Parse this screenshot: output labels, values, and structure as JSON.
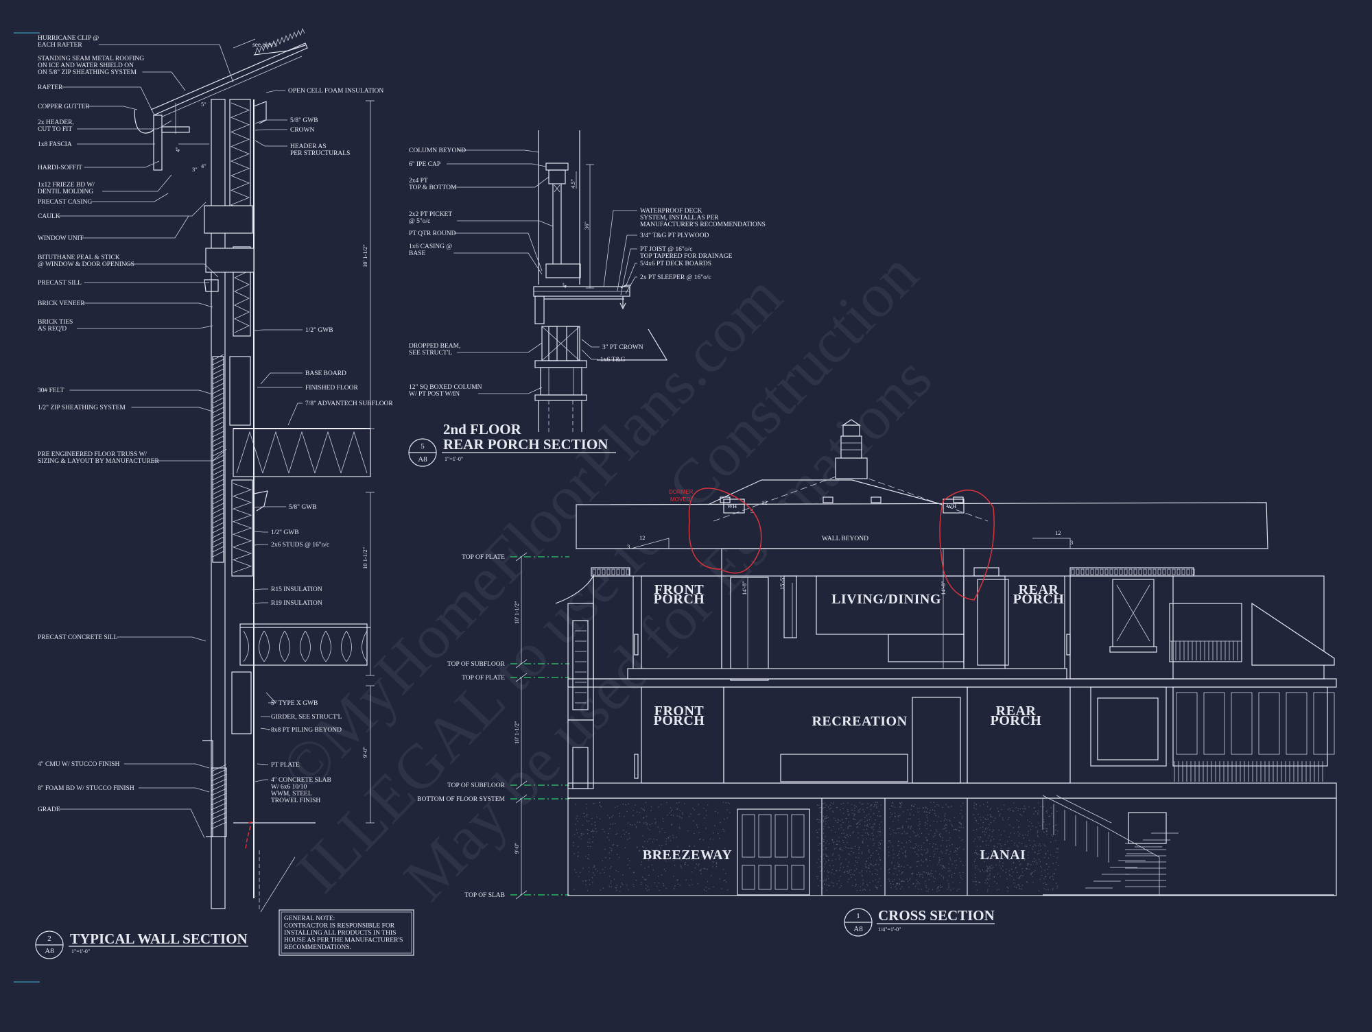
{
  "watermark": {
    "line1": "©MyHomeFloorPlans.com",
    "line2": "ILLEGAL to use for Construction",
    "line3": "May be used for Estimations"
  },
  "wall_section": {
    "labels": [
      "HURRICANE CLIP @\nEACH RAFTER",
      "STANDING SEAM METAL ROOFING\nON ICE AND WATER SHIELD ON\nON 5/8\" ZIP SHEATHING SYSTEM",
      "RAFTER",
      "COPPER GUTTER",
      "2x HEADER,\nCUT TO FIT",
      "1x8 FASCIA",
      "HARDI-SOFFIT",
      "1x12 FRIEZE BD W/\nDENTIL MOLDING",
      "PRECAST CASING",
      "CAULK",
      "WINDOW UNIT",
      "BITUTHANE PEAL & STICK\n@ WINDOW & DOOR OPENINGS",
      "PRECAST SILL",
      "BRICK VENEER",
      "BRICK TIES\nAS REQ'D",
      "30# FELT",
      "1/2\" ZIP SHEATHING SYSTEM",
      "PRE ENGINEERED FLOOR TRUSS W/\nSIZING & LAYOUT BY MANUFACTURER",
      "PRECAST CONCRETE SILL",
      "4\" CMU W/ STUCCO FINISH",
      "8\" FOAM BD W/ STUCCO FINISH",
      "GRADE"
    ],
    "right_labels": [
      "see elev's",
      "OPEN CELL FOAM INSULATION",
      "5/8\" GWB",
      "CROWN",
      "HEADER AS\nPER STRUCTURALS",
      "1/2\" GWB",
      "BASE BOARD",
      "FINISHED FLOOR",
      "7/8\" ADVANTECH SUBFLOOR",
      "5/8\" GWB",
      "1/2\" GWB",
      "2x6 STUDS @ 16\"o/c",
      "R15 INSULATION",
      "R19 INSULATION",
      "5\" TYPE X GWB",
      "GIRDER, SEE STRUCT'L",
      "8x8 PT PILING BEYOND",
      "PT PLATE",
      "4\" CONCRETE SLAB\nW/ 6x6 10/10\nWWM, STEEL\nTROWEL FINISH"
    ],
    "dims": [
      "10' 1-1/2\"",
      "10 1-1/2\"",
      "9'-0\"",
      "5\"",
      "4\"",
      "3\"",
      "4\""
    ],
    "note": "GENERAL NOTE:\nCONTRACTOR IS RESPONSIBLE FOR\nINSTALLING ALL PRODUCTS IN THIS\nHOUSE AS PER THE MANUFACTURER'S\nRECOMMENDATIONS.",
    "tag_num": "2",
    "tag_sheet": "A8",
    "title": "TYPICAL WALL SECTION",
    "scale": "1\"=1'-0\""
  },
  "porch_section": {
    "left_labels": [
      "COLUMN BEYOND",
      "6\" IPE CAP",
      "2x4 PT\nTOP & BOTTOM",
      "2x2 PT PICKET\n@ 5\"o/c",
      "PT QTR ROUND",
      "1x6 CASING @\nBASE",
      "DROPPED BEAM,\nSEE STRUCT'L",
      "12\" SQ BOXED COLUMN\nW/ PT POST W/IN"
    ],
    "right_labels": [
      "WATERPROOF DECK\nSYSTEM, INSTALL AS PER\nMANUFACTURER'S RECOMMENDATIONS",
      "3/4\" T&G PT PLYWOOD",
      "PT JOIST @ 16\"o/c\nTOP TAPERED FOR DRAINAGE",
      "5/4x6 PT DECK BOARDS",
      "2x PT SLEEPER @ 16\"o/c",
      "3\" PT CROWN",
      "1x6 T&G"
    ],
    "dims": [
      "4.5\"",
      "36\"",
      "4\""
    ],
    "tag_num": "5",
    "tag_sheet": "A8",
    "title1": "2nd FLOOR",
    "title2": "REAR PORCH SECTION",
    "scale": "1\"=1'-0\""
  },
  "cross_section": {
    "levels": [
      "TOP OF PLATE",
      "TOP OF SUBFLOOR",
      "TOP OF PLATE",
      "TOP OF SUBFLOOR",
      "BOTTOM OF FLOOR SYSTEM",
      "TOP OF SLAB"
    ],
    "level_dims": [
      "10' 1-1/2\"",
      "10' 1-1/2\"",
      "9'-0\""
    ],
    "rooms": {
      "front_porch_upper": "FRONT\nPORCH",
      "living": "LIVING/DINING",
      "rear_porch_upper": "REAR\nPORCH",
      "front_porch_lower": "FRONT\nPORCH",
      "recreation": "RECREATION",
      "rear_porch_lower": "REAR\nPORCH",
      "breezeway": "BREEZEWAY",
      "lanai": "LANAI"
    },
    "wall_beyond": "WALL BEYOND",
    "wh": "WH",
    "pitch_rise": "3",
    "pitch_run": "12",
    "pitch_rise2": "5",
    "inner_dims": [
      "14'-8\"",
      "15'-5\"",
      "14'-8\""
    ],
    "markup": "DORMER\nMOVED",
    "tag_num": "1",
    "tag_sheet": "A8",
    "title": "CROSS SECTION",
    "scale": "1/4\"=1'-0\""
  },
  "colors": {
    "background": "#20253a",
    "linework": "#e4e7f0",
    "level_marker": "#2fd16a",
    "redline": "#d8343c"
  }
}
